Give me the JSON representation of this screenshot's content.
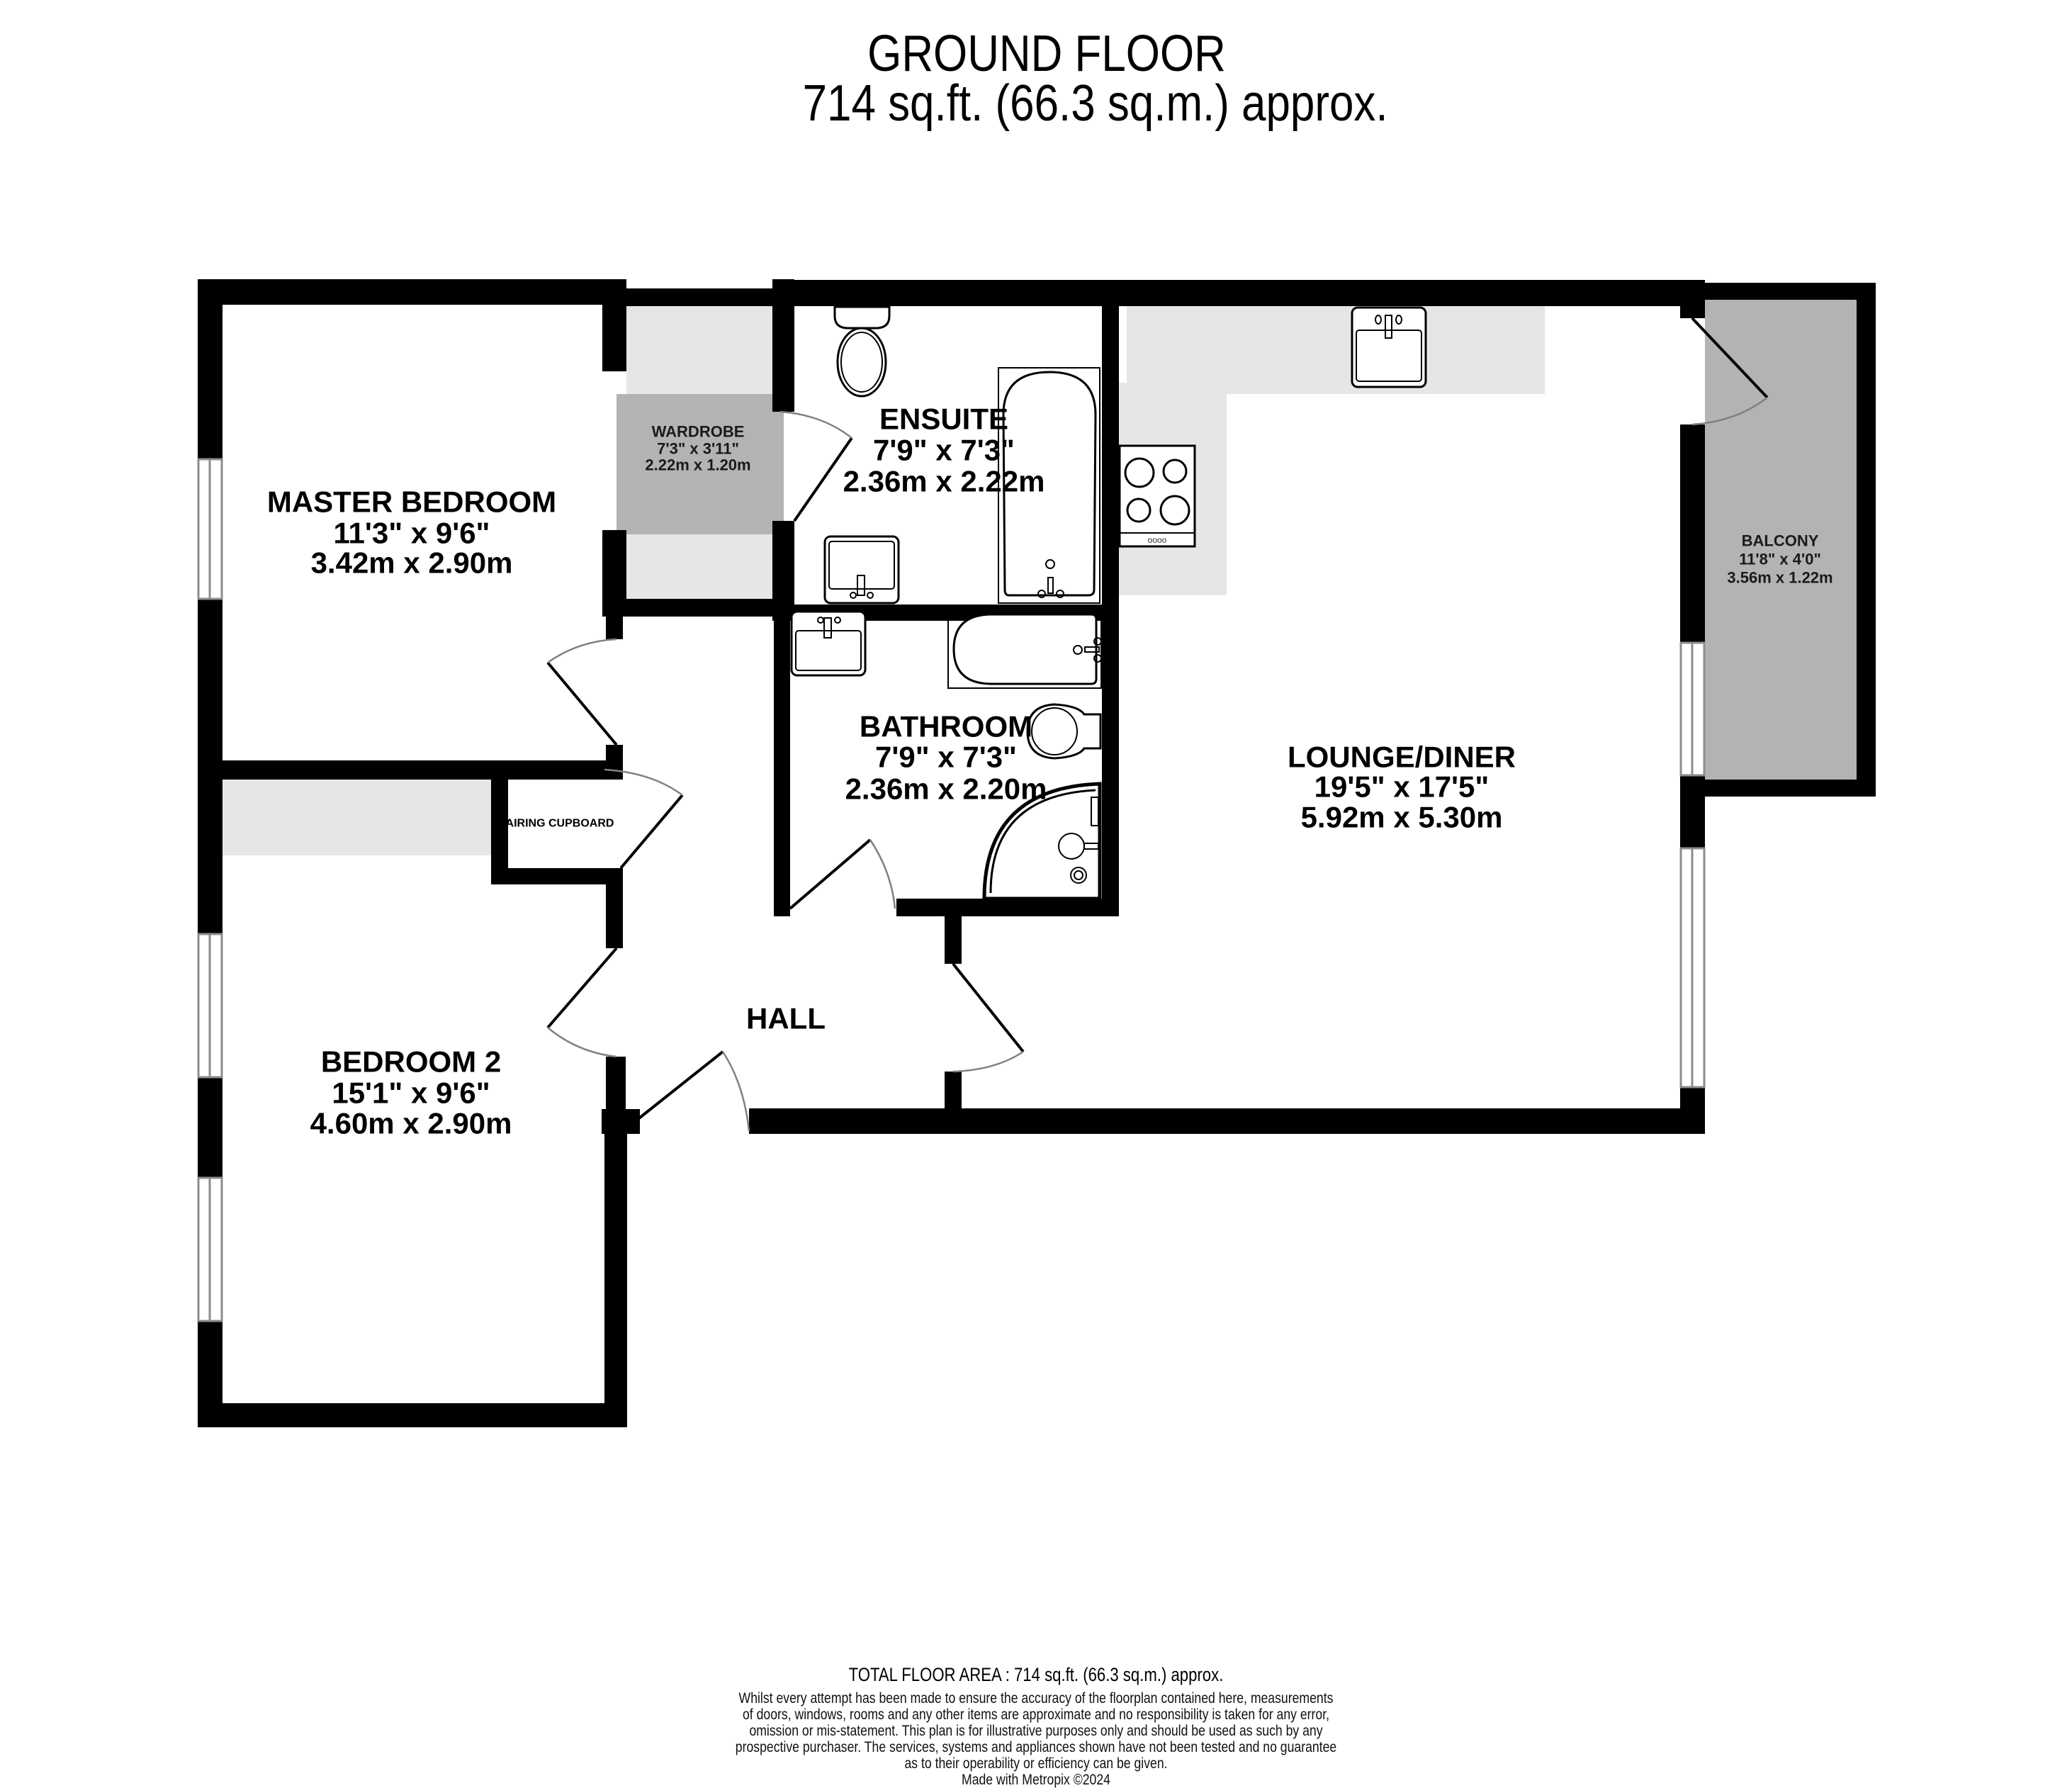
{
  "header": {
    "floor_name": "GROUND FLOOR",
    "floor_area": "714 sq.ft. (66.3 sq.m.) approx."
  },
  "rooms": {
    "master_bedroom": {
      "name": "MASTER BEDROOM",
      "imperial": "11'3\"  x 9'6\"",
      "metric": "3.42m  x 2.90m"
    },
    "wardrobe": {
      "name": "WARDROBE",
      "imperial": "7'3\"  x 3'11\"",
      "metric": "2.22m  x 1.20m"
    },
    "ensuite": {
      "name": "ENSUITE",
      "imperial": "7'9\"  x 7'3\"",
      "metric": "2.36m  x 2.22m"
    },
    "bathroom": {
      "name": "BATHROOM",
      "imperial": "7'9\"  x 7'3\"",
      "metric": "2.36m  x 2.20m"
    },
    "lounge_diner": {
      "name": "LOUNGE/DINER",
      "imperial": "19'5\"  x 17'5\"",
      "metric": "5.92m  x 5.30m"
    },
    "balcony": {
      "name": "BALCONY",
      "imperial": "11'8\"  x 4'0\"",
      "metric": "3.56m  x 1.22m"
    },
    "airing_cupboard": {
      "name": "AIRING CUPBOARD"
    },
    "hall": {
      "name": "HALL"
    },
    "bedroom_2": {
      "name": "BEDROOM 2",
      "imperial": "15'1\"  x 9'6\"",
      "metric": "4.60m  x 2.90m"
    }
  },
  "fixtures": {
    "hob_controls": "oooo"
  },
  "footer": {
    "total_area": "TOTAL FLOOR AREA : 714 sq.ft. (66.3 sq.m.) approx.",
    "disclaimer_lines": [
      "Whilst every attempt has been made to ensure the accuracy of the floorplan contained here, measurements",
      "of doors, windows, rooms and any other items are approximate and no responsibility is taken for any error,",
      "omission or mis-statement. This plan is for illustrative purposes only and should be used as such by any",
      "prospective purchaser. The services, systems and appliances shown have not been tested and no guarantee",
      "as to their operability or efficiency can be given."
    ],
    "credit": "Made with Metropix ©2024"
  },
  "colors": {
    "wall": "#000000",
    "fitted_fill": "#b3b3b3",
    "counter_fill": "#e6e6e6",
    "background": "#ffffff"
  }
}
